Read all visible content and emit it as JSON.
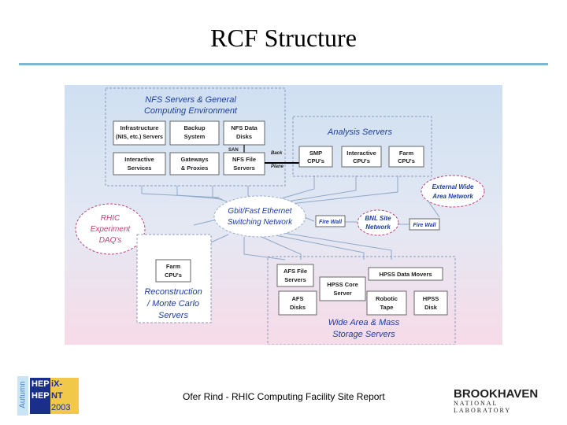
{
  "slide": {
    "title": "RCF Structure",
    "footer": "Ofer Rind - RHIC Computing Facility Site Report"
  },
  "logo": {
    "season": "Autumn",
    "line1a": "HEP",
    "line1b": "iX-",
    "line2a": "HEP",
    "line2b": "NT",
    "year": "2003"
  },
  "lab": {
    "name": "BROOKHAVEN",
    "sub": "NATIONAL LABORATORY"
  },
  "diagram": {
    "nfs": {
      "title1": "NFS Servers & General",
      "title2": "Computing Environment",
      "infra1": "Infrastructure",
      "infra2": "(NIS, etc.) Servers",
      "backup1": "Backup",
      "backup2": "System",
      "nfsdata1": "NFS Data",
      "nfsdata2": "Disks",
      "san": "SAN",
      "interactive1": "Interactive",
      "interactive2": "Services",
      "gateways1": "Gateways",
      "gateways2": "& Proxies",
      "nfsfile1": "NFS File",
      "nfsfile2": "Servers"
    },
    "analysis": {
      "title": "Analysis Servers",
      "back": "Back",
      "plane": "Plane",
      "smp1": "SMP",
      "smp2": "CPU's",
      "inter1": "Interactive",
      "inter2": "CPU's",
      "farm1": "Farm",
      "farm2": "CPU's"
    },
    "ext1": "External Wide",
    "ext2": "Area Network",
    "rhic1": "RHIC",
    "rhic2": "Experiment",
    "rhic3": "DAQ's",
    "eth1": "Gbit/Fast Ethernet",
    "eth2": "Switching Network",
    "firewall1": "Fire Wall",
    "bnl1": "BNL Site",
    "bnl2": "Network",
    "firewall2": "Fire Wall",
    "recon": {
      "farm1": "Farm",
      "farm2": "CPU's",
      "t1": "Reconstruction",
      "t2": "/ Monte Carlo",
      "t3": "Servers"
    },
    "storage": {
      "afs1": "AFS File",
      "afs2": "Servers",
      "hpsscore1": "HPSS Core",
      "hpsscore2": "Server",
      "movers": "HPSS Data Movers",
      "afsdisk1": "AFS",
      "afsdisk2": "Disks",
      "robot1": "Robotic",
      "robot2": "Tape",
      "hpssdisk1": "HPSS",
      "hpssdisk2": "Disk",
      "t1": "Wide Area & Mass",
      "t2": "Storage Servers"
    }
  },
  "colors": {
    "bg_top": "#cfe0f2",
    "bg_bottom": "#f7dbe8",
    "label_blue": "#1e3f9e",
    "label_pink": "#c0417a",
    "rule": "#7ab8d9"
  }
}
